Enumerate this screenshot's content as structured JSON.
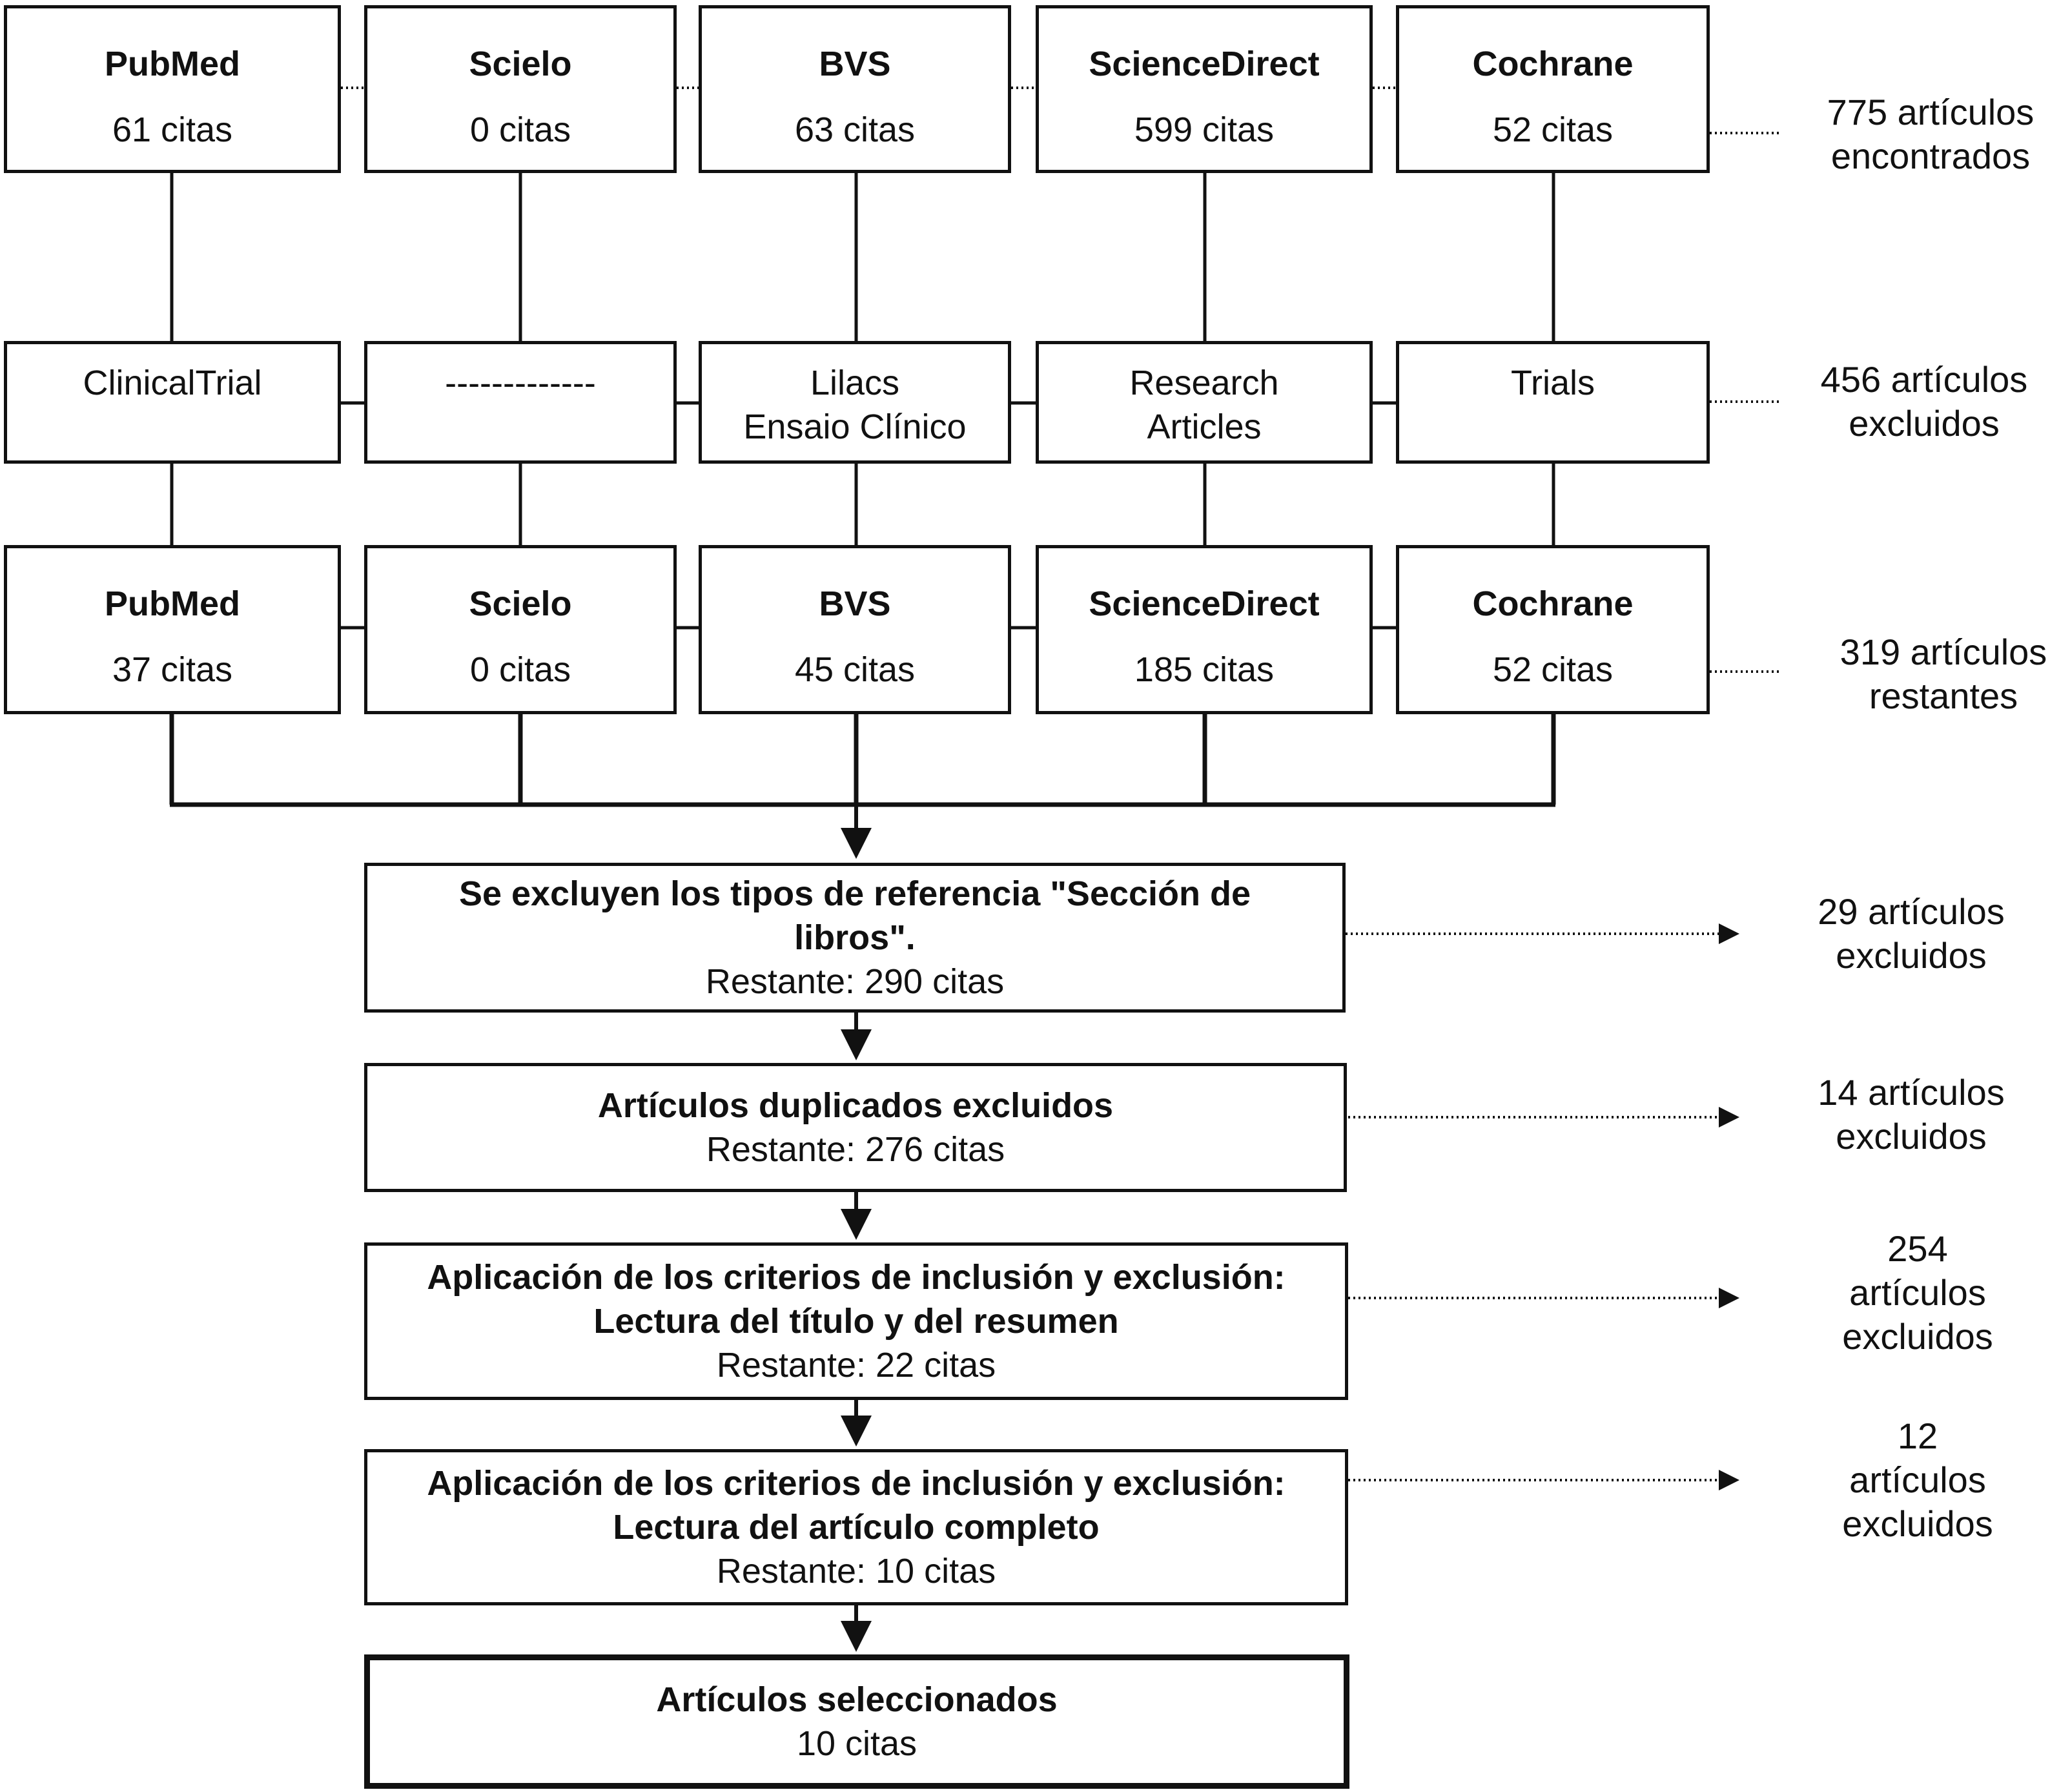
{
  "databases_initial": [
    {
      "name": "PubMed",
      "count": "61 citas"
    },
    {
      "name": "Scielo",
      "count": "0 citas"
    },
    {
      "name": "BVS",
      "count": "63 citas"
    },
    {
      "name": "ScienceDirect",
      "count": "599 citas"
    },
    {
      "name": "Cochrane",
      "count": "52 citas"
    }
  ],
  "filters": [
    {
      "label": "ClinicalTrial"
    },
    {
      "label": "-------------"
    },
    {
      "label": "Lilacs\nEnsaio Clínico"
    },
    {
      "label": "Research\nArticles"
    },
    {
      "label": "Trials"
    }
  ],
  "databases_filtered": [
    {
      "name": "PubMed",
      "count": "37 citas"
    },
    {
      "name": "Scielo",
      "count": "0 citas"
    },
    {
      "name": "BVS",
      "count": "45 citas"
    },
    {
      "name": "ScienceDirect",
      "count": "185 citas"
    },
    {
      "name": "Cochrane",
      "count": "52 citas"
    }
  ],
  "row_notes": [
    {
      "text": "775 artículos\nencontrados"
    },
    {
      "text": "456 artículos\nexcluidos"
    },
    {
      "text": "319 artículos\nrestantes"
    }
  ],
  "steps": [
    {
      "title": "Se excluyen los tipos de referencia \"Sección de\nlibros\".",
      "remaining": "Restante: 290 citas",
      "excluded": "29 artículos\nexcluidos"
    },
    {
      "title": "Artículos duplicados excluidos",
      "remaining": "Restante: 276 citas",
      "excluded": "14 artículos\nexcluidos"
    },
    {
      "title": "Aplicación de los criterios de inclusión y exclusión:\nLectura del título y del resumen",
      "remaining": "Restante: 22 citas",
      "excluded": "254\nartículos\nexcluidos"
    },
    {
      "title": "Aplicación de los criterios de inclusión y exclusión:\nLectura del artículo completo",
      "remaining": "Restante: 10 citas",
      "excluded": "12\nartículos\nexcluidos"
    }
  ],
  "final": {
    "title": "Artículos seleccionados",
    "count": "10 citas"
  }
}
